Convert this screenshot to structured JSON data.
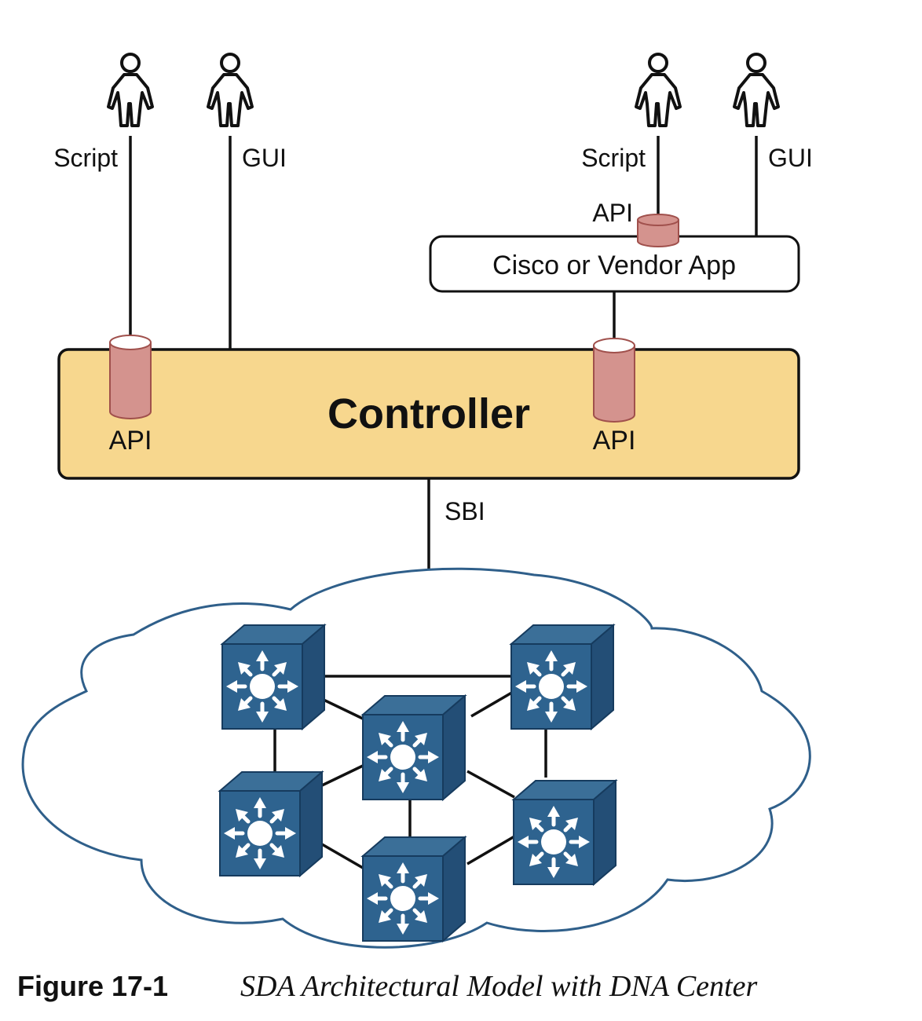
{
  "users": {
    "left_script": "Script",
    "left_gui": "GUI",
    "right_script": "Script",
    "right_gui": "GUI"
  },
  "app": {
    "label": "Cisco or Vendor App",
    "api_label": "API"
  },
  "controller": {
    "label": "Controller",
    "api_left": "API",
    "api_right": "API"
  },
  "southbound": {
    "label": "SBI"
  },
  "caption": {
    "number": "Figure 17-1",
    "title": "SDA Architectural Model with DNA Center"
  },
  "colors": {
    "controller_fill": "#f7d78e",
    "api_cylinder": "#d4938e",
    "switch_blue": "#2e638f",
    "cloud_stroke": "#2f5f8a"
  }
}
